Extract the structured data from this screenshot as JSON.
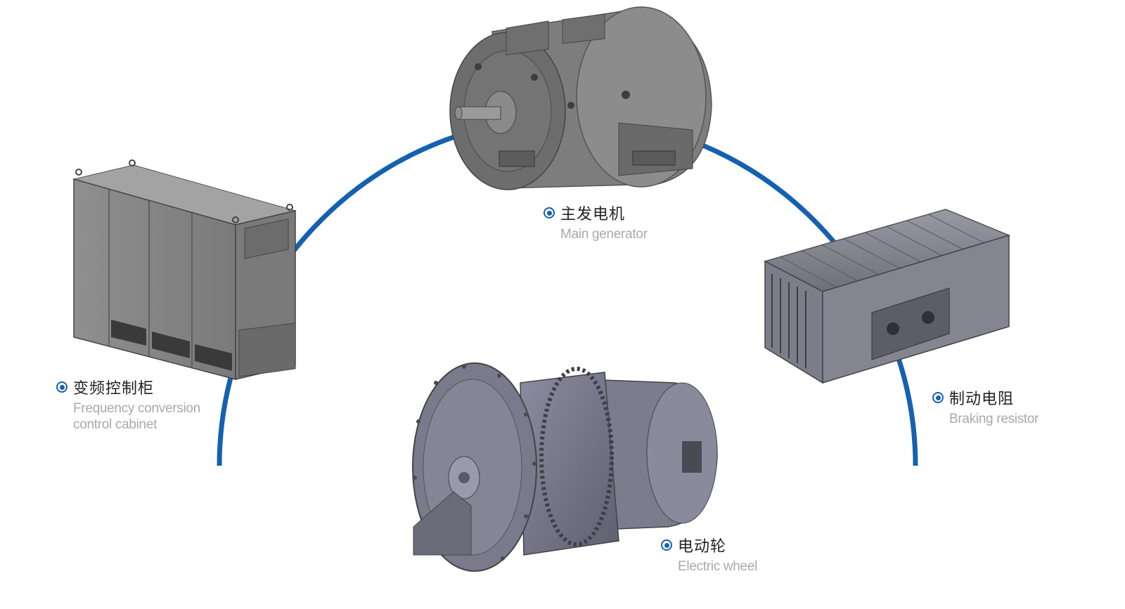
{
  "accent_color": "#1561b0",
  "components": {
    "main_generator": {
      "zh": "主发电机",
      "en": "Main generator",
      "icon": "generator-icon"
    },
    "cabinet": {
      "zh": "变频控制柜",
      "en_line1": "Frequency conversion",
      "en_line2": "control cabinet",
      "icon": "cabinet-icon"
    },
    "braking_resistor": {
      "zh": "制动电阻",
      "en": "Braking resistor",
      "icon": "resistor-icon"
    },
    "electric_wheel": {
      "zh": "电动轮",
      "en": "Electric wheel",
      "icon": "wheel-motor-icon"
    }
  }
}
